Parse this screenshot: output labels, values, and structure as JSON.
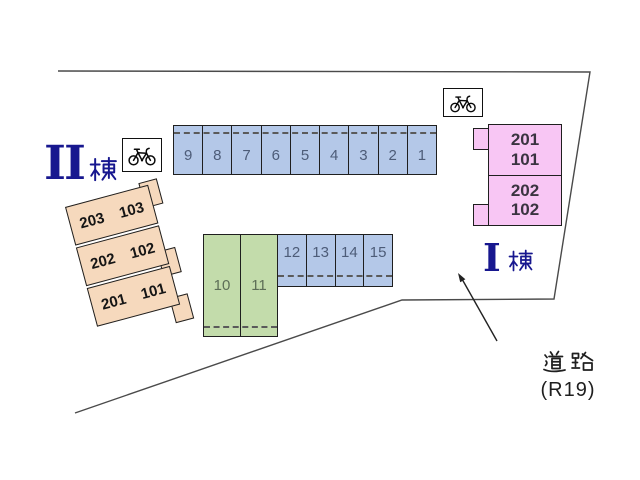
{
  "title": "apartment site / parking layout plan",
  "buildings": {
    "building2": {
      "name": "Ⅱ棟",
      "name_display": "II",
      "units": [
        [
          "203",
          "103"
        ],
        [
          "202",
          "102"
        ],
        [
          "201",
          "101"
        ]
      ]
    },
    "building1": {
      "name": "Ⅰ棟",
      "name_display": "I",
      "units": [
        [
          "201",
          "101"
        ],
        [
          "202",
          "102"
        ]
      ]
    }
  },
  "parking": {
    "row_top": [
      "9",
      "8",
      "7",
      "6",
      "5",
      "4",
      "3",
      "2",
      "1"
    ],
    "row_mid": [
      "12",
      "13",
      "14",
      "15"
    ],
    "row_green": [
      "10",
      "11"
    ]
  },
  "road": {
    "label": "道路（R19）",
    "line1": "道路",
    "line2": "（R19）",
    "line2_display": "(R19)"
  },
  "icons": {
    "bicycle_parking": "bicycle-icon",
    "road_pointer": "arrow-icon"
  },
  "colors": {
    "parking_blue": "#b4c8e8",
    "parking_green": "#c3dcab",
    "building1_pink": "#f8c6f4",
    "building2_peach": "#f6d9bd",
    "name_navy": "#17178f",
    "number_text": "#4d5c78",
    "outline": "#1f1f1f"
  }
}
